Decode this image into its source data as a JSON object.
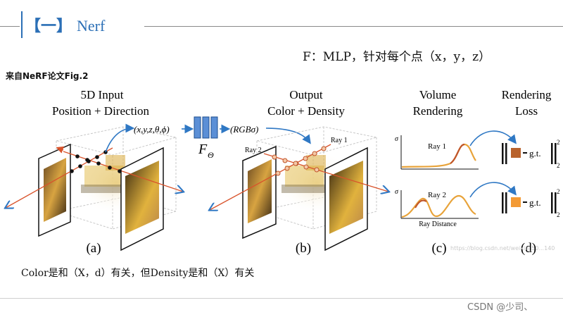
{
  "header": {
    "section_number": "【一】",
    "section_name": "Nerf"
  },
  "notes": {
    "mlp": "F：MLP，针对每个点（x，y，z）",
    "source": "来自NeRF论文Fig.2",
    "color_density": "Color是和（X，d）有关，但Density是和（X）有关"
  },
  "figure": {
    "input_title_1": "5D Input",
    "input_title_2": "Position + Direction",
    "input_vars": "(x,y,z,θ,ϕ)",
    "output_title_1": "Output",
    "output_title_2": "Color + Density",
    "output_vars": "(RGBσ)",
    "network_label": "F",
    "network_sub": "Θ",
    "volume_title_1": "Volume",
    "volume_title_2": "Rendering",
    "loss_title_1": "Rendering",
    "loss_title_2": "Loss",
    "ray1_label": "Ray 1",
    "ray2_label": "Ray 2",
    "ray1_plot_label": "Ray 1",
    "ray2_plot_label": "Ray 2",
    "sigma_label": "σ",
    "ray_distance_label": "Ray Distance",
    "gt_label_1": "g.t.",
    "gt_label_2": "g.t.",
    "norm_sup_1": "2",
    "norm_sub_1": "2",
    "norm_sup_2": "2",
    "norm_sub_2": "2",
    "panel_a": "(a)",
    "panel_b": "(b)",
    "panel_c": "(c)",
    "panel_d": "(d)"
  },
  "watermark": "https://blog.csdn.net/weixin_50...140",
  "footer": {
    "csdn": "CSDN @少司、"
  },
  "colors": {
    "accent": "#2b6fb6",
    "ray": "#d9532b",
    "arrow": "#2f78c4",
    "curve_warm": "#e8a33a",
    "swatch_1": "#b8622c",
    "swatch_2": "#f39a35"
  }
}
